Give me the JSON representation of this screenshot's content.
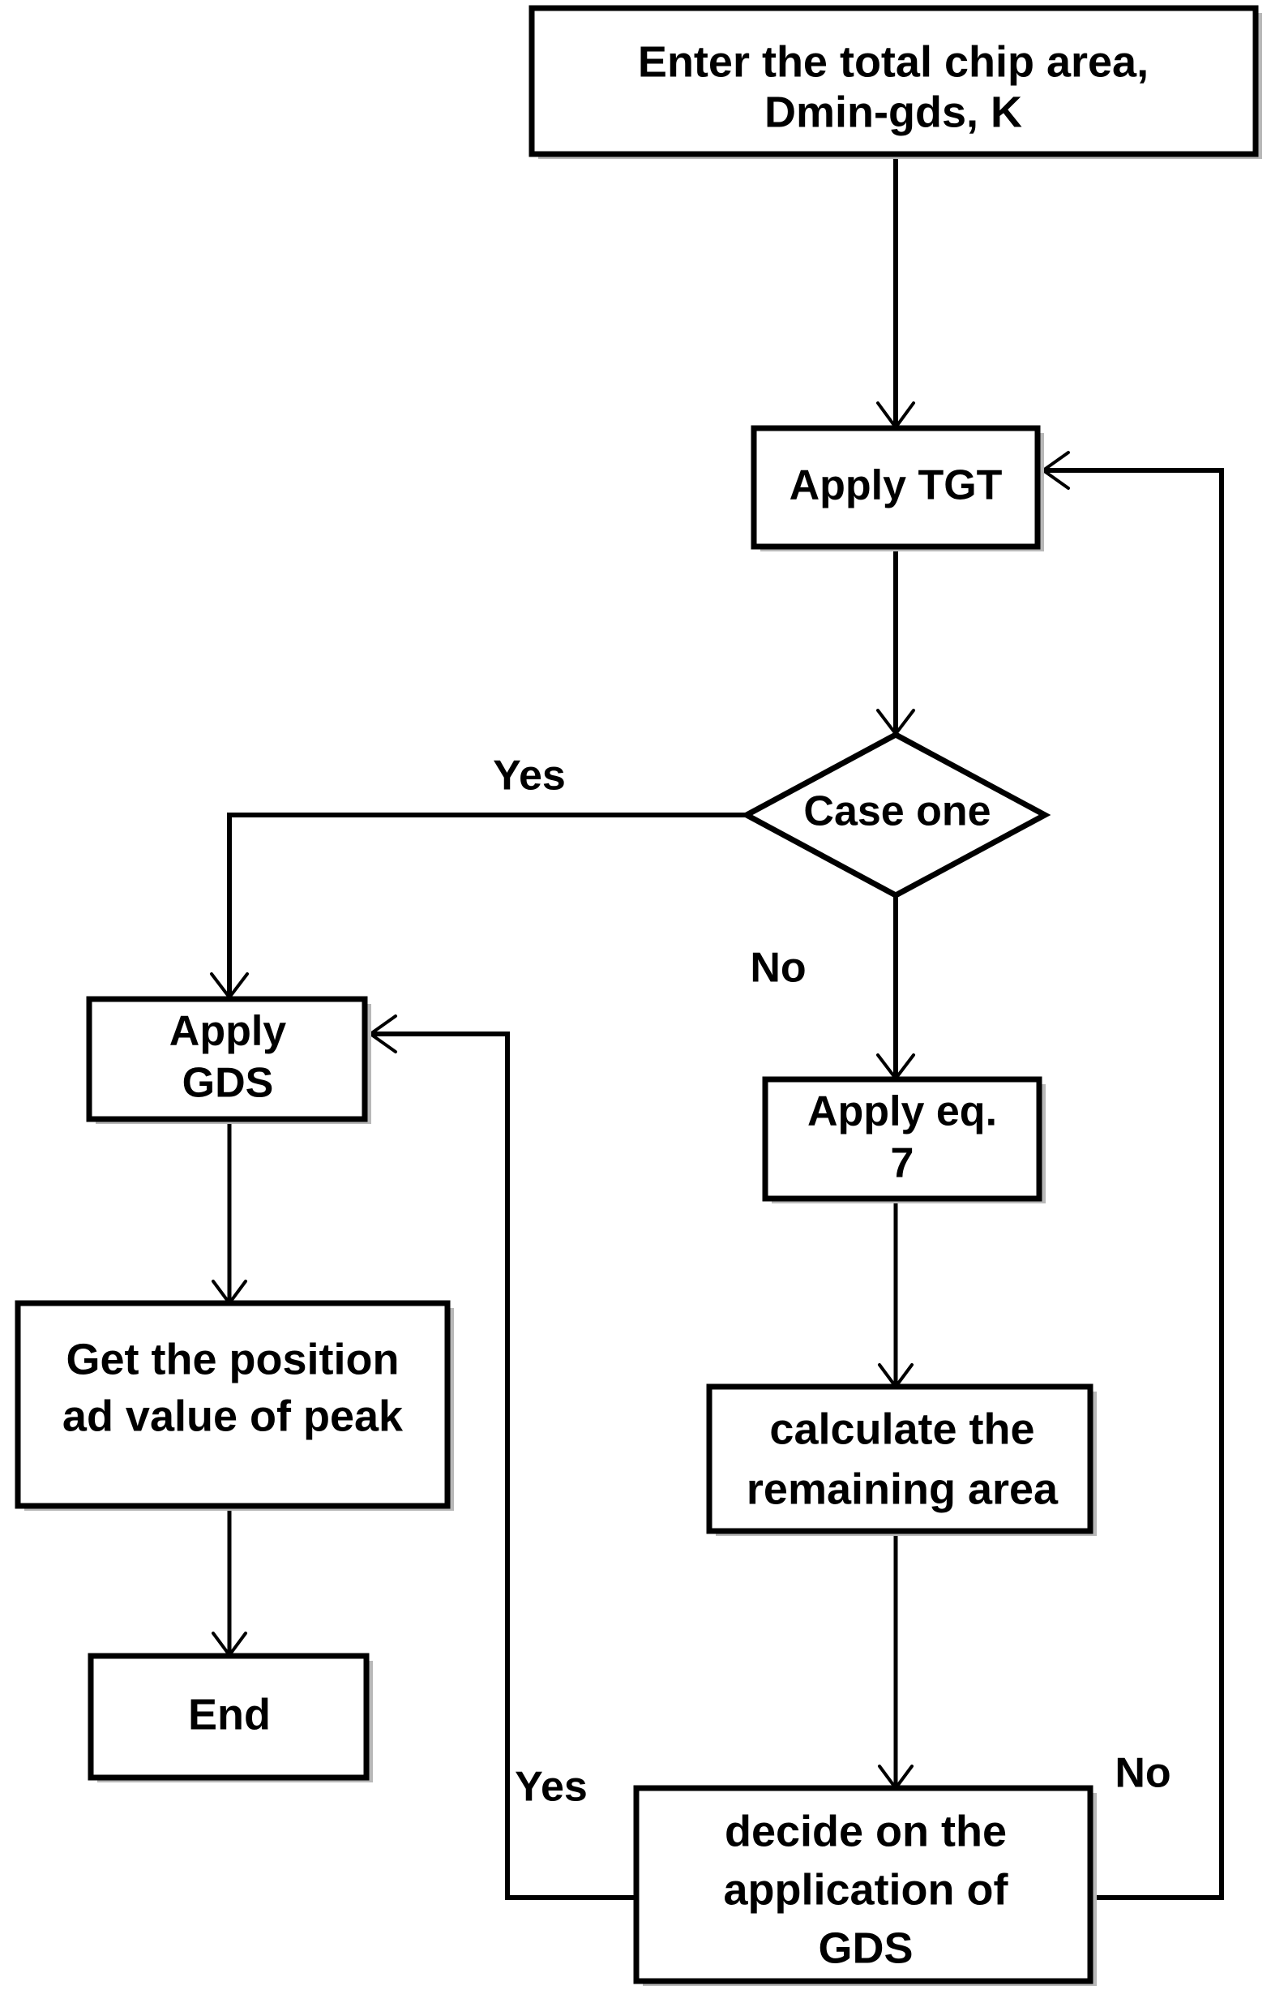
{
  "diagram": {
    "title": "GDS/TGT application flowchart",
    "colors": {
      "stroke": "#000000",
      "fill": "#ffffff",
      "shadow": "#b8b8b8"
    },
    "nodes": {
      "start": {
        "type": "process",
        "line1": "Enter the total chip area,",
        "line2": "Dmin-gds, K"
      },
      "apply_tgt": {
        "type": "process",
        "line1": "Apply TGT"
      },
      "case_one": {
        "type": "decision",
        "line1": "Case one"
      },
      "apply_gds": {
        "type": "process",
        "line1": "Apply",
        "line2": "GDS"
      },
      "apply_eq7": {
        "type": "process",
        "line1": "Apply eq.",
        "line2": "7"
      },
      "get_peak": {
        "type": "process",
        "line1": "Get the position",
        "line2": "ad value of peak"
      },
      "calc_remaining": {
        "type": "process",
        "line1": "calculate the",
        "line2": "remaining area"
      },
      "end": {
        "type": "terminator",
        "line1": "End"
      },
      "decide_gds": {
        "type": "process",
        "line1": "decide on the",
        "line2": "application of",
        "line3": "GDS"
      }
    },
    "edge_labels": {
      "case_one_yes": "Yes",
      "case_one_no": "No",
      "decide_yes": "Yes",
      "decide_no": "No"
    }
  }
}
